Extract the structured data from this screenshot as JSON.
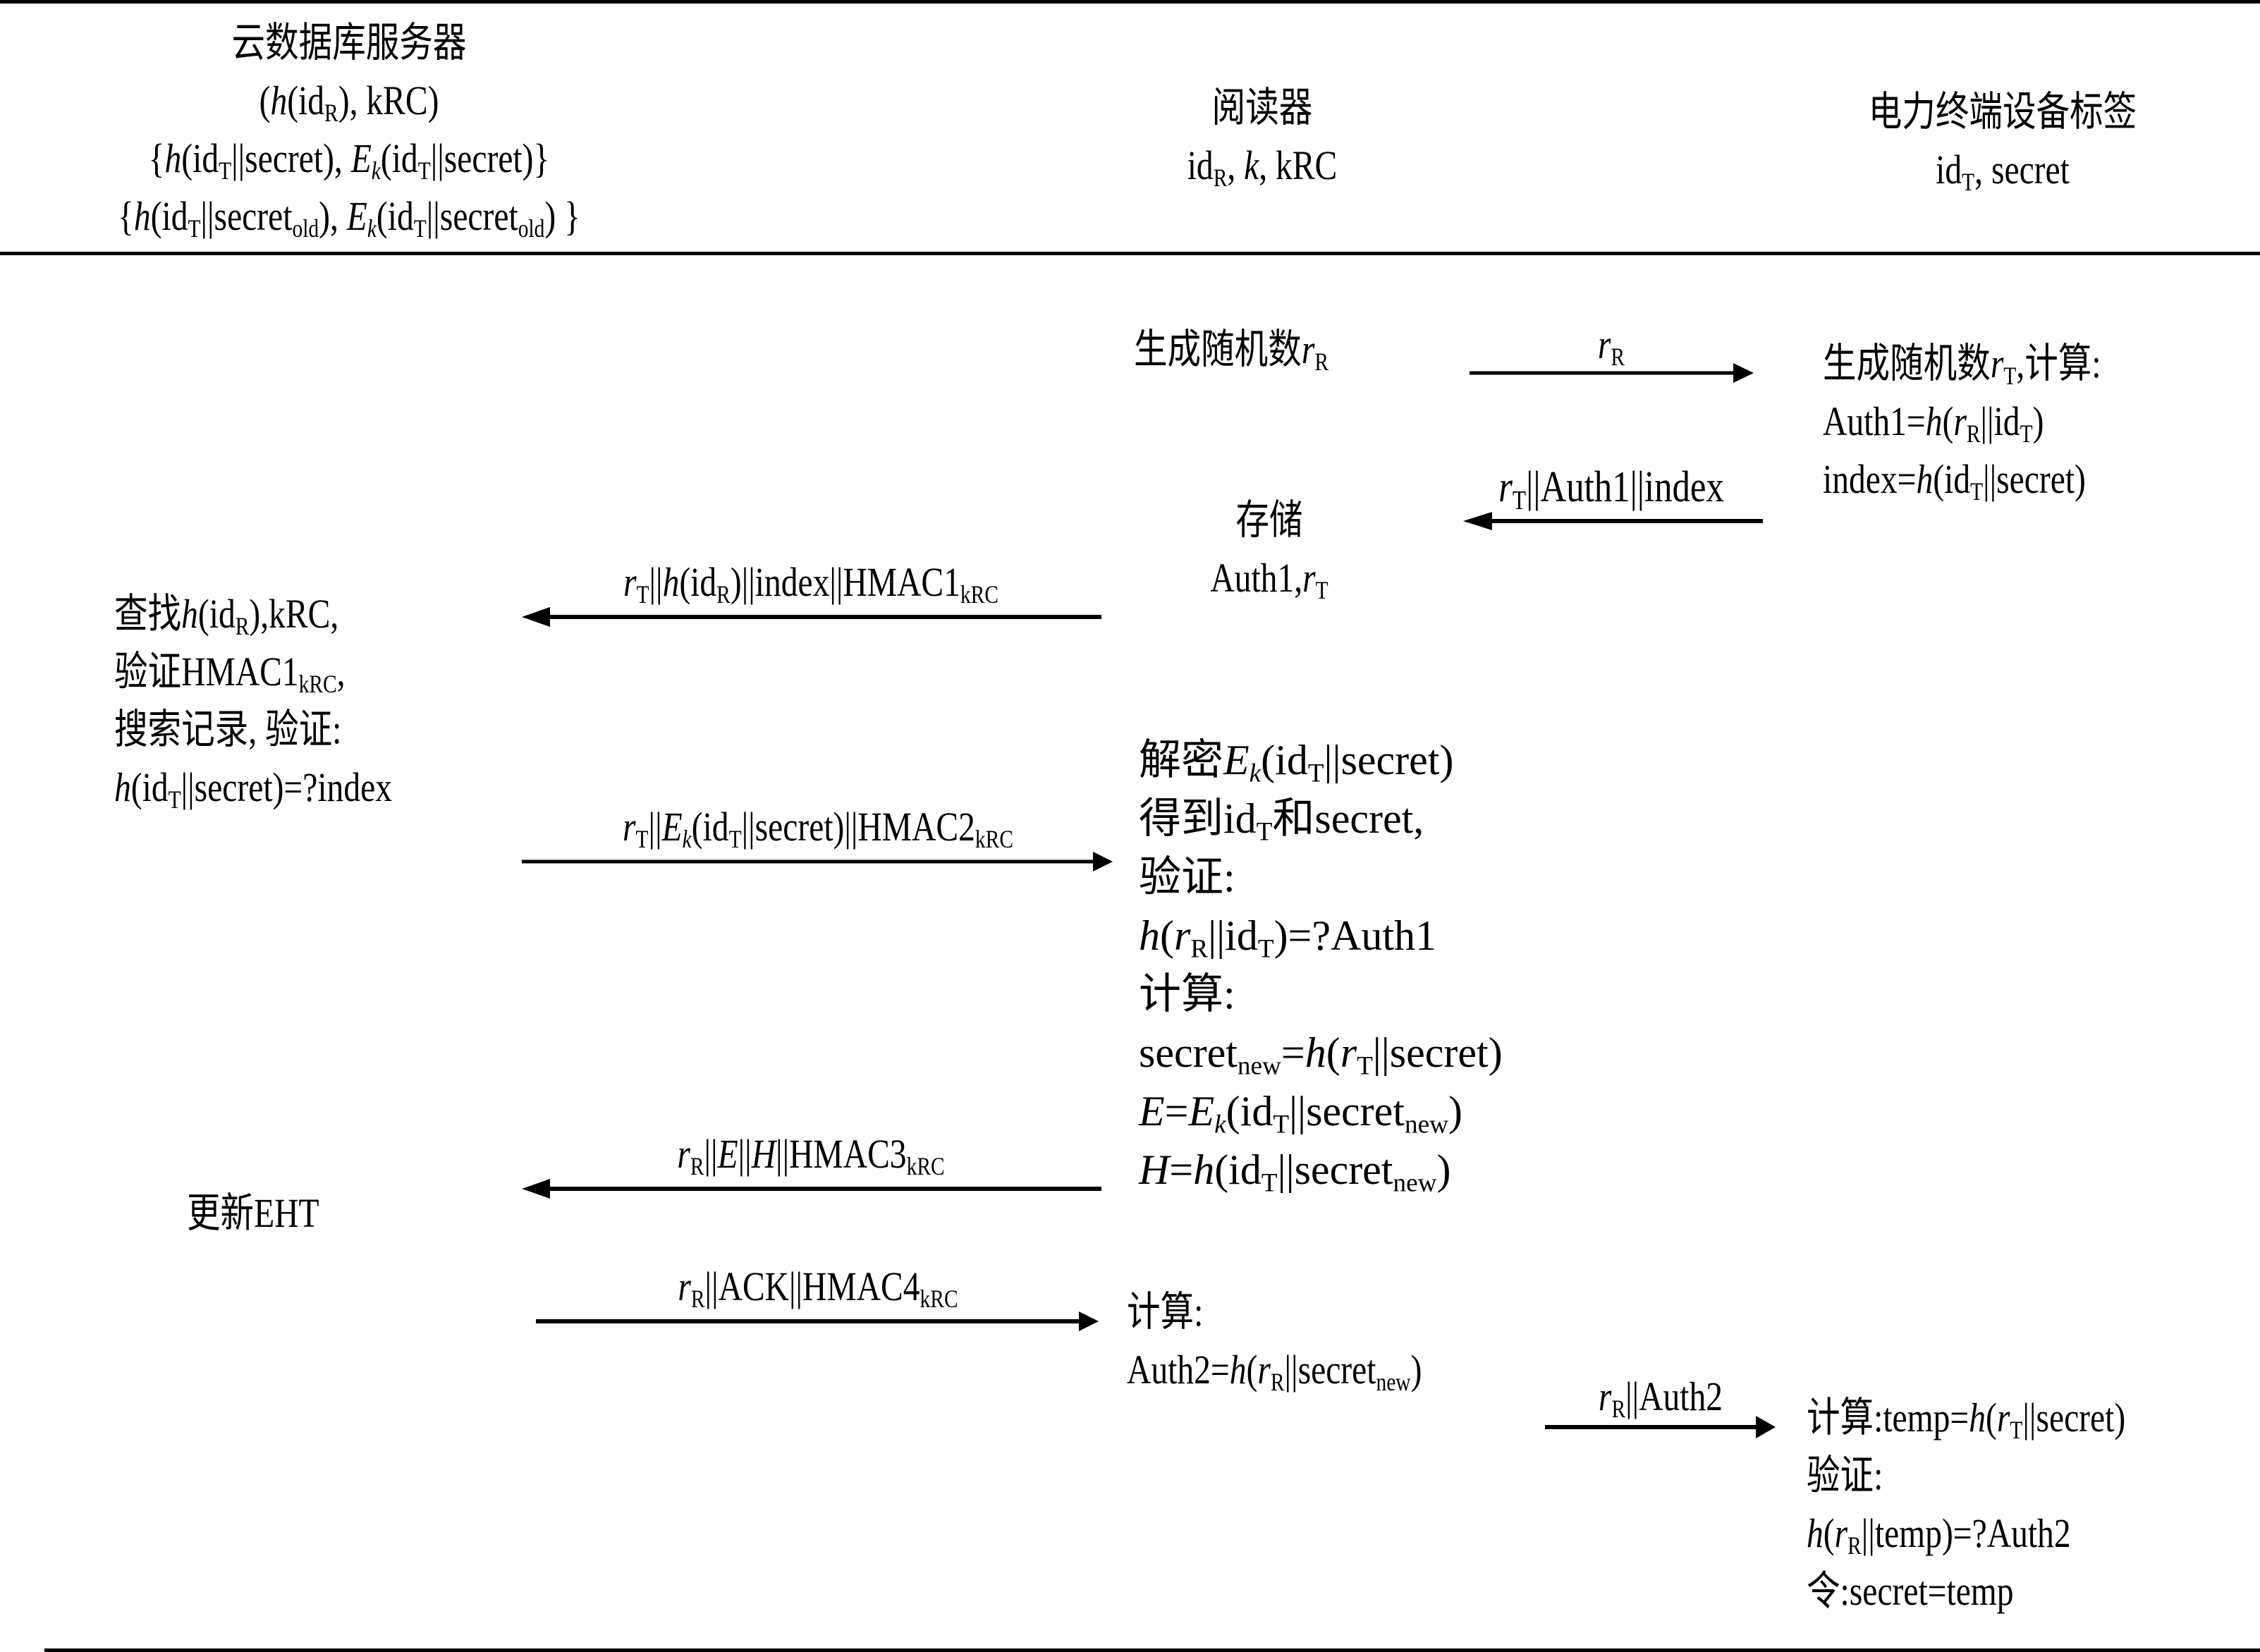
{
  "diagram": {
    "type": "protocol-sequence",
    "columns": {
      "server": {
        "title": "云数据库服务器",
        "stored_lines": [
          "(h(id_R), kRC)",
          "{h(id_T||secret), E_k(id_T||secret)}",
          "{h(id_T||secret_old), E_k(id_T||secret_old) }"
        ]
      },
      "reader": {
        "title": "阅读器",
        "stored_line": "id_R, k, kRC"
      },
      "tag": {
        "title": "电力终端设备标签",
        "stored_line": "id_T, secret"
      }
    },
    "steps": {
      "reader_gen": "生成随机数r_R",
      "tag_compute": [
        "生成随机数r_T,计算:",
        "Auth1=h(r_R||id_T)",
        "index=h(id_T||secret)"
      ],
      "reader_store": [
        "存储",
        "Auth1,r_T"
      ],
      "server_verify": [
        "查找h(id_R),kRC,",
        "验证HMAC1_kRC,",
        "搜索记录, 验证:",
        "h(id_T||secret)=?index"
      ],
      "reader_decrypt": [
        "解密E_k(id_T||secret)",
        "得到id_T和secret,",
        "验证:",
        "h(r_R||id_T)=?Auth1",
        "计算:",
        "secret_new=h(r_T||secret)",
        "E=E_k(id_T||secret_new)",
        "H=h(id_T||secret_new)"
      ],
      "server_update": "更新EHT",
      "reader_auth2": [
        "计算:",
        "Auth2=h(r_R||secret_new)"
      ],
      "tag_final": [
        "计算:temp=h(r_T||secret)",
        "验证:",
        "h(r_R||temp)=?Auth2",
        "令:secret=temp"
      ]
    },
    "messages": [
      {
        "id": "m1",
        "from": "reader",
        "to": "tag",
        "label": "r_R"
      },
      {
        "id": "m2",
        "from": "tag",
        "to": "reader",
        "label": "r_T||Auth1||index"
      },
      {
        "id": "m3",
        "from": "reader",
        "to": "server",
        "label": "r_T||h(id_R)||index||HMAC1_kRC"
      },
      {
        "id": "m4",
        "from": "server",
        "to": "reader",
        "label": "r_T||E_k(id_T||secret)||HMAC2_kRC"
      },
      {
        "id": "m5",
        "from": "reader",
        "to": "server",
        "label": "r_R||E||H||HMAC3_kRC"
      },
      {
        "id": "m6",
        "from": "server",
        "to": "reader",
        "label": "r_R||ACK||HMAC4_kRC"
      },
      {
        "id": "m7",
        "from": "reader",
        "to": "tag",
        "label": "r_R||Auth2"
      }
    ]
  }
}
